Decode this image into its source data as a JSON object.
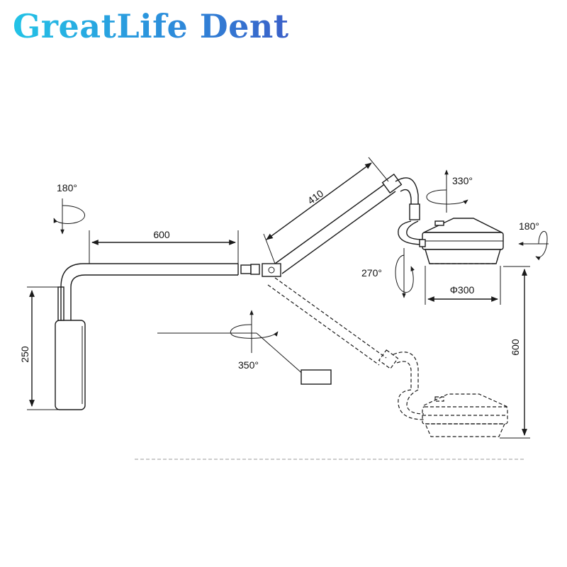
{
  "brand": {
    "text": "GreatLife Dent",
    "colors": [
      "#23c3e6",
      "#3a5fc8"
    ]
  },
  "dimensions": {
    "height_left": "250",
    "arm_length": "600",
    "arm_segment": "410",
    "head_diameter": "Φ300",
    "drop_height": "600"
  },
  "rotations": {
    "wall_joint": "180°",
    "head_top": "330°",
    "head_side": "180°",
    "head_tilt": "270°",
    "mid_joint": "350°"
  }
}
